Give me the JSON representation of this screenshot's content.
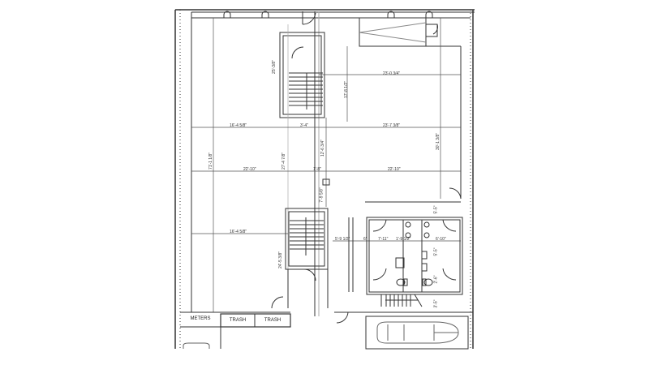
{
  "drawing": {
    "type": "architectural floor plan",
    "colors": {
      "background": "#ffffff",
      "wall": "#333333",
      "dimension_line": "#555555",
      "light_line": "#999999"
    }
  },
  "rooms": {
    "meters": "METERS",
    "trash_1": "TRASH",
    "trash_2": "TRASH"
  },
  "dimensions": {
    "horizontal": {
      "top_right_span": "23'-0 3/4\"",
      "left_upper": "16'-4 5/8\"",
      "stair_gap": "3'-4\"",
      "right_upper": "23'-7 3/8\"",
      "left_middle": "22'-10\"",
      "center_small": "1'-8\"",
      "right_middle": "22'-10\"",
      "left_lower": "16'-4 5/8\"",
      "corridor": "5'-9 1/2\"",
      "wall_a": "6\"",
      "restroom_a": "7'-11\"",
      "restroom_b": "1'-9 1/2\"",
      "restroom_c": "6'-10\""
    },
    "vertical": {
      "upper_stair_height": "25'-3/8\"",
      "upper_right_height": "17'-8 1/2\"",
      "left_total": "71'-1 1/8\"",
      "center_upper": "27'-4 7/8\"",
      "center_segment": "12'-6 3/4\"",
      "right_middle": "30'-1 3/8\"",
      "center_lower": "7'-9 5/8\"",
      "lower_stair_height": "24'-5 3/8\"",
      "restroom_right_1": "5'-5\"",
      "restroom_right_2": "5'-5\"",
      "restroom_right_3": "2'-6\"",
      "restroom_right_4": "3'-5\""
    }
  }
}
